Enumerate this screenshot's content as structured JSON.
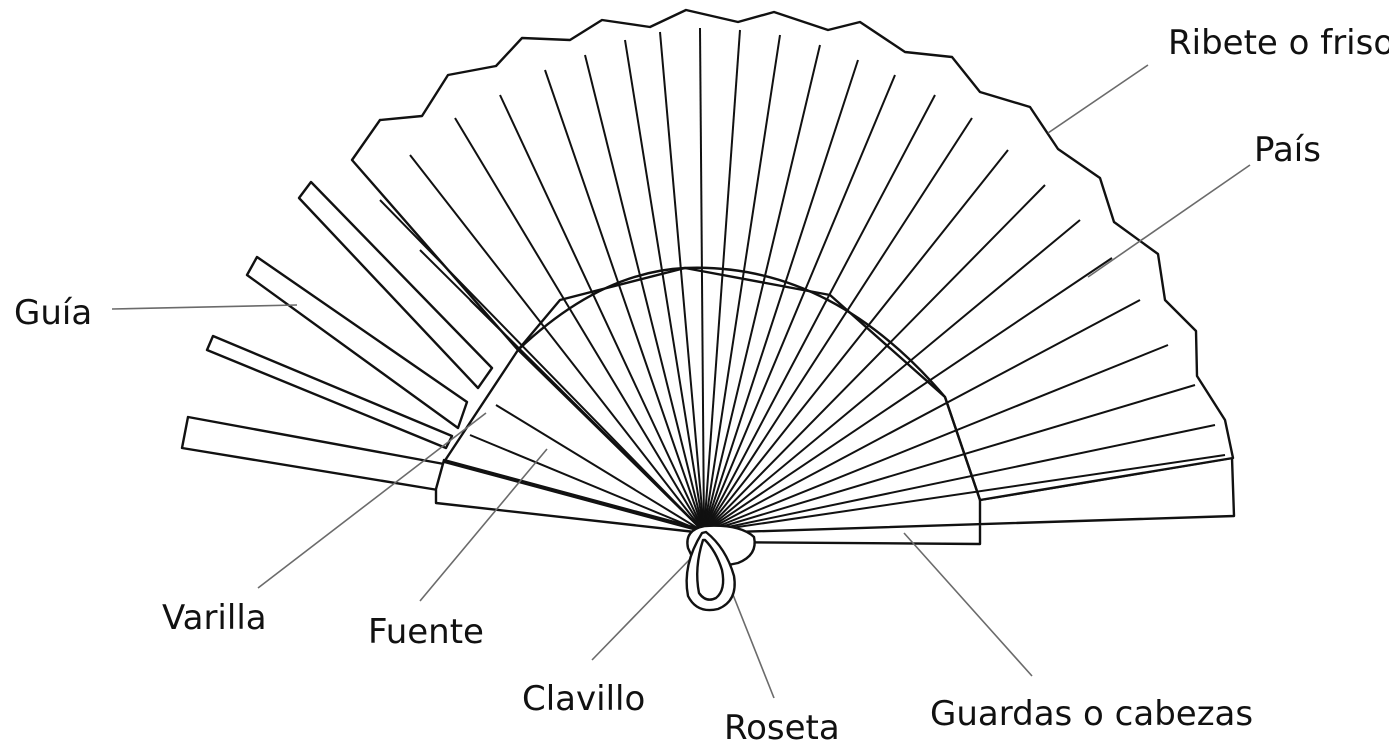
{
  "labels": {
    "ribete": "Ribete o friso",
    "pais": "País",
    "guia": "Guía",
    "varilla": "Varilla",
    "fuente": "Fuente",
    "clavillo": "Clavillo",
    "roseta": "Roseta",
    "guardas": "Guardas o cabezas"
  },
  "colors": {
    "stroke": "#111111",
    "leader": "#6b6b6b",
    "background": "#ffffff"
  }
}
